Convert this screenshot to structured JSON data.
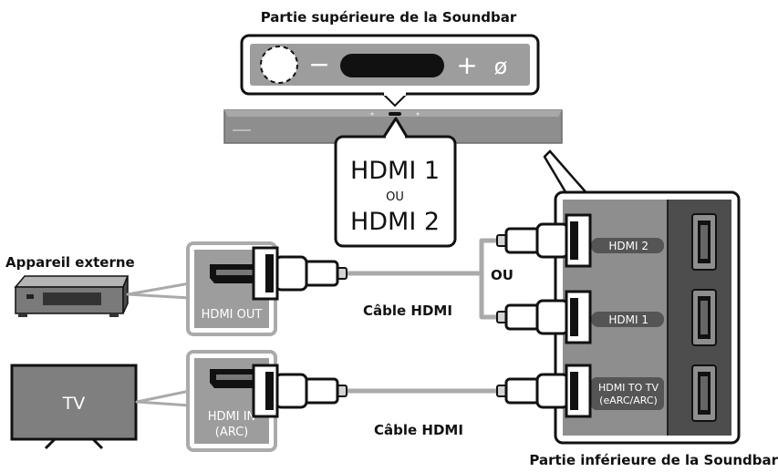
{
  "top_title": "Partie supérieure de la Soundbar",
  "bottom_title": "Partie inférieure de la Soundbar",
  "control_panel": {
    "minus": "−",
    "plus": "+",
    "mic_off": "ø"
  },
  "callout": {
    "line1": "HDMI 1",
    "or": "OU",
    "line2": "HDMI 2"
  },
  "external_device": {
    "name": "Appareil externe",
    "port": "HDMI OUT"
  },
  "tv": {
    "name": "TV",
    "port_line1": "HDMI IN",
    "port_line2": "(ARC)"
  },
  "cables": {
    "upper": "Câble HDMI",
    "lower": "Câble HDMI",
    "or": "OU"
  },
  "soundbar_ports": {
    "hdmi2": "HDMI 2",
    "hdmi1": "HDMI 1",
    "hdmi_to_tv_line1": "HDMI TO TV",
    "hdmi_to_tv_line2": "(eARC/ARC)"
  },
  "colors": {
    "panel_gray": "#9d9d9d",
    "dark_gray": "#5a5a5a",
    "line_gray": "#aaaaaa",
    "black": "#111111"
  }
}
